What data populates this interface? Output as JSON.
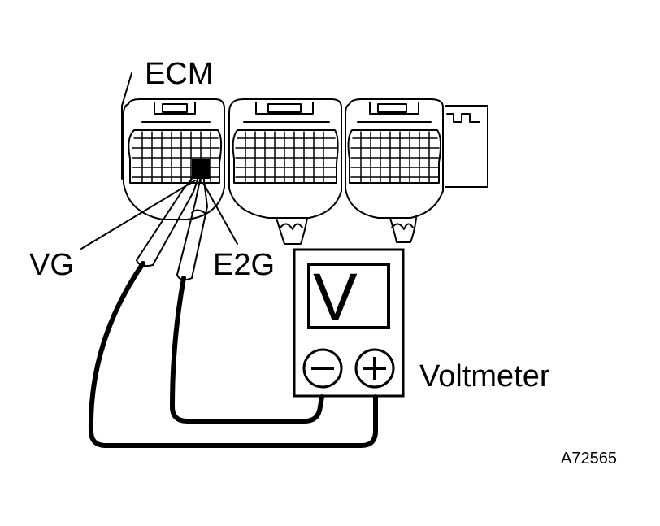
{
  "labels": {
    "ecm": "ECM",
    "vg": "VG",
    "e2g": "E2G",
    "voltmeter": "Voltmeter",
    "figure_code": "A72565"
  },
  "meter": {
    "display": "V",
    "negative_terminal_icon": "minus-icon",
    "positive_terminal_icon": "plus-icon"
  },
  "colors": {
    "line": "#000000",
    "background": "#ffffff"
  }
}
